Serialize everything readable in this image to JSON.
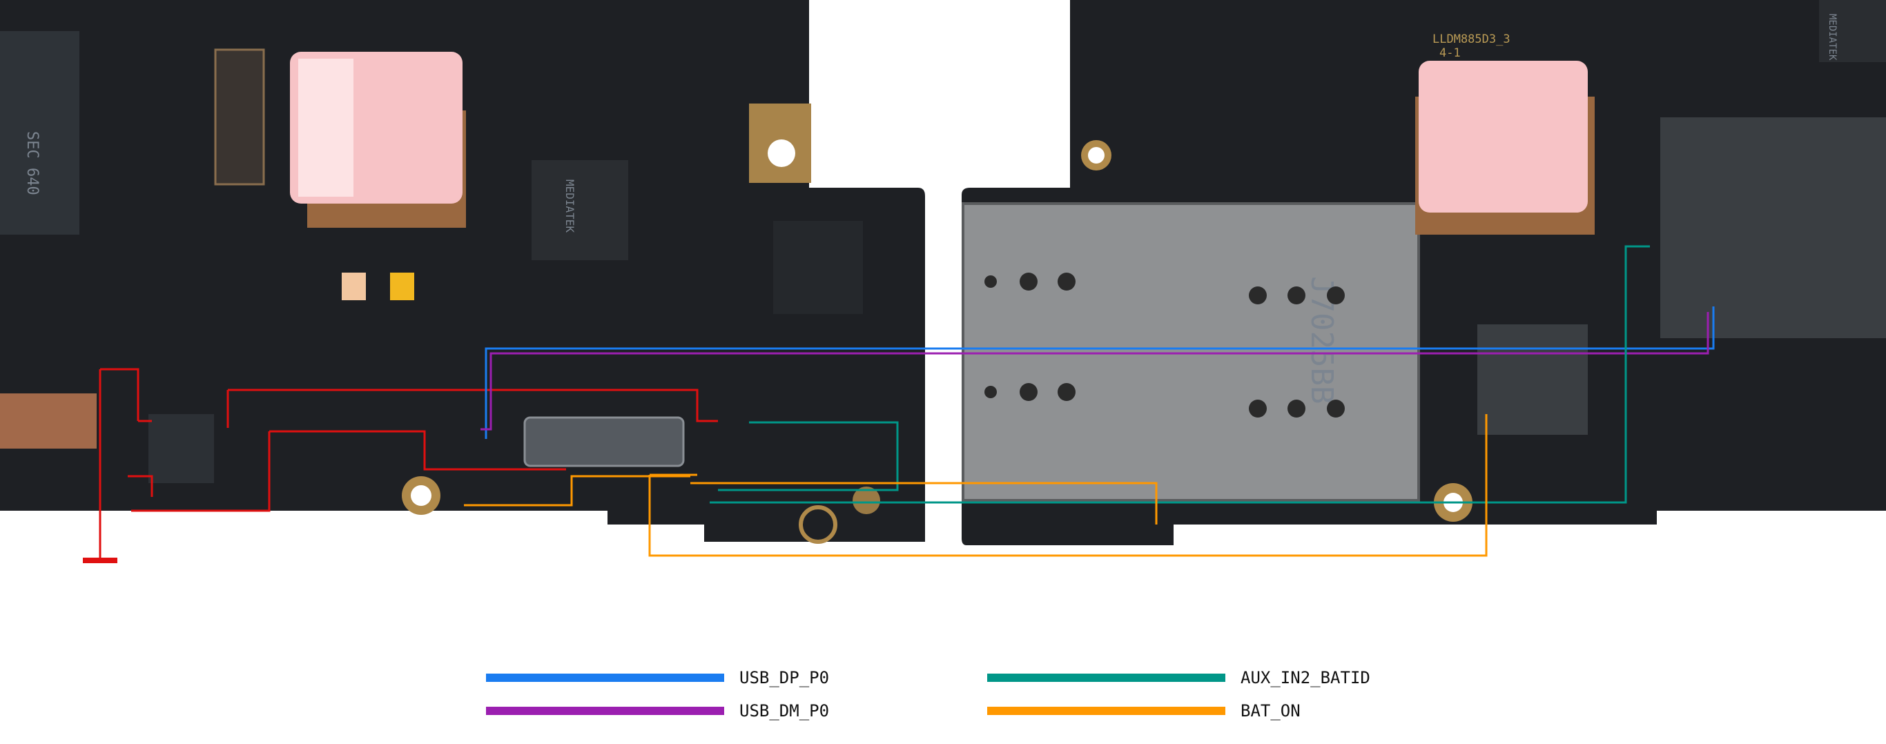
{
  "diagram": {
    "title": "Board schematic trace overlay",
    "chip_labels": {
      "left_memory": "SEC 640",
      "left_pmic": "MEDIATEK",
      "right_board_id": "LLDM885D3_3",
      "right_board_rev": "4-1",
      "sim_tray": "J7025BB",
      "right_cpu": "MEDIATEK"
    }
  },
  "legend": [
    {
      "label": "USB_DP_P0",
      "color": "#1a7cf0"
    },
    {
      "label": "USB_DM_P0",
      "color": "#9b1fb0"
    },
    {
      "label": "AUX_IN2_BATID",
      "color": "#009688"
    },
    {
      "label": "BAT_ON",
      "color": "#ff9800"
    }
  ],
  "colors": {
    "pcb": "#1e2024",
    "pcb_dark": "#15171a",
    "shield": "#8a8c8e",
    "gold": "#b08a4a",
    "red_trace": "#e01010"
  }
}
